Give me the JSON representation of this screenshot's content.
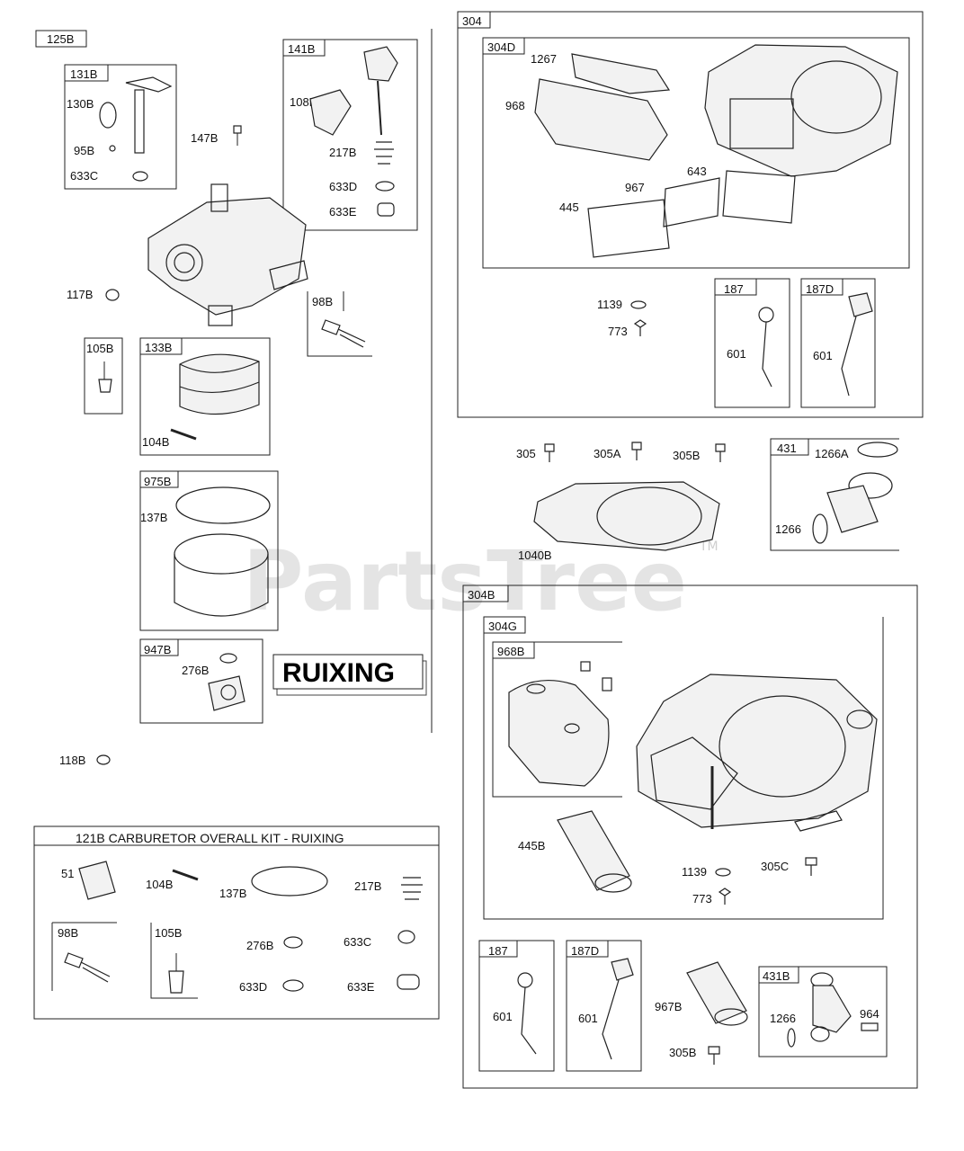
{
  "watermark": {
    "text": "PartsTree",
    "tm": "TM"
  },
  "logo": {
    "text": "RUIXING"
  },
  "kit": {
    "title": "121B CARBURETOR OVERALL KIT - RUIXING"
  },
  "labels": {
    "l125B": "125B",
    "l131B": "131B",
    "l130B": "130B",
    "l95B": "95B",
    "l633C": "633C",
    "l147B": "147B",
    "l141B": "141B",
    "l108B": "108B",
    "l217B": "217B",
    "l633D": "633D",
    "l633E": "633E",
    "l117B": "117B",
    "l98B": "98B",
    "l105B": "105B",
    "l133B": "133B",
    "l104B": "104B",
    "l975B": "975B",
    "l137B": "137B",
    "l947B": "947B",
    "l276B": "276B",
    "l118B": "118B",
    "k51": "51",
    "k104B": "104B",
    "k137B": "137B",
    "k217B": "217B",
    "k98B": "98B",
    "k105B": "105B",
    "k276B": "276B",
    "k633C": "633C",
    "k633D": "633D",
    "k633E": "633E",
    "l304": "304",
    "l304D": "304D",
    "l1267": "1267",
    "l968": "968",
    "l643": "643",
    "l967": "967",
    "l445": "445",
    "l1139a": "1139",
    "l773a": "773",
    "l187a": "187",
    "l601a": "601",
    "l187Da": "187D",
    "l601b": "601",
    "l305": "305",
    "l305A": "305A",
    "l305B": "305B",
    "l1040B": "1040B",
    "l431": "431",
    "l1266A": "1266A",
    "l1266a": "1266",
    "l304B": "304B",
    "l304G": "304G",
    "l968B": "968B",
    "l445B": "445B",
    "l1139b": "1139",
    "l305C": "305C",
    "l773b": "773",
    "l187b": "187",
    "l601c": "601",
    "l187Db": "187D",
    "l601d": "601",
    "l967B": "967B",
    "l305Bb": "305B",
    "l431B": "431B",
    "l1266b": "1266",
    "l964": "964"
  }
}
